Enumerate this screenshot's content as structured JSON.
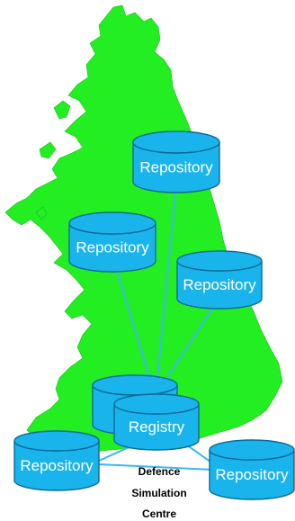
{
  "diagram": {
    "land_color": "#22ee22",
    "cylinder_color": "#1ab4ec",
    "connector_color": "#3cb8ee",
    "nodes": [
      {
        "id": "repo-north",
        "label": "Repository"
      },
      {
        "id": "repo-west",
        "label": "Repository"
      },
      {
        "id": "repo-east",
        "label": "Repository"
      },
      {
        "id": "repo-back",
        "label": ""
      },
      {
        "id": "registry",
        "label": "Registry"
      },
      {
        "id": "repo-southwest",
        "label": "Repository"
      },
      {
        "id": "repo-southeast",
        "label": "Repository"
      }
    ],
    "site_label": {
      "line1": "Defence",
      "line2": "Simulation",
      "line3": "Centre"
    }
  }
}
